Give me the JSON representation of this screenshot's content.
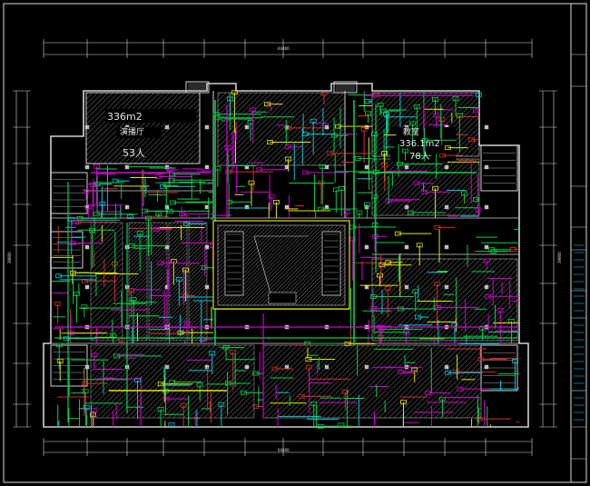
{
  "drawing": {
    "colors": {
      "background": "#000000",
      "frame": "#d9d9d9",
      "wall": "#d0d0d0",
      "hatch": "#9a9a9a",
      "duct_green": "#00d14a",
      "duct_magenta": "#d400d4",
      "duct_yellow": "#e6e600",
      "duct_cyan": "#00c8d8",
      "duct_red": "#d03030",
      "title_block_text": "#00b8ff"
    },
    "room_labels": {
      "left_area": "336m2",
      "left_name": "演播厅",
      "left_people": "53人",
      "right_name": "教室",
      "right_area": "336.1m2",
      "right_people": "78人"
    },
    "dimensions": {
      "top_total": "64400",
      "bottom_total": "64400",
      "left_total": "39800",
      "right_total": "39800"
    }
  }
}
